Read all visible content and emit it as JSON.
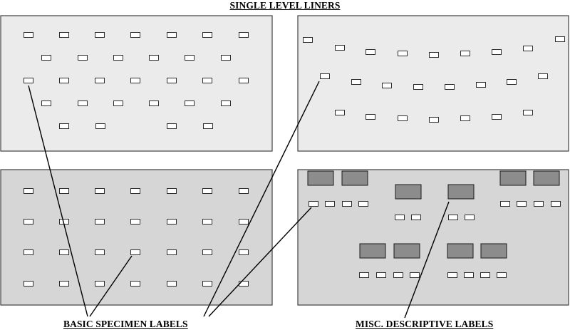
{
  "title": "SINGLE LEVEL LINERS",
  "labels": {
    "basic": "BASIC SPECIMEN LABELS",
    "misc": "MISC. DESCRIPTIVE LABELS"
  },
  "colors": {
    "panel_light": "#ebebeb",
    "panel_dark": "#d6d6d6",
    "block": "#8c8c8c",
    "outline": "#1a1a1a"
  },
  "diagram": {
    "panels": [
      {
        "id": "top-left",
        "tone": "light"
      },
      {
        "id": "top-right",
        "tone": "light"
      },
      {
        "id": "bottom-left",
        "tone": "dark"
      },
      {
        "id": "bottom-right",
        "tone": "dark"
      }
    ]
  }
}
